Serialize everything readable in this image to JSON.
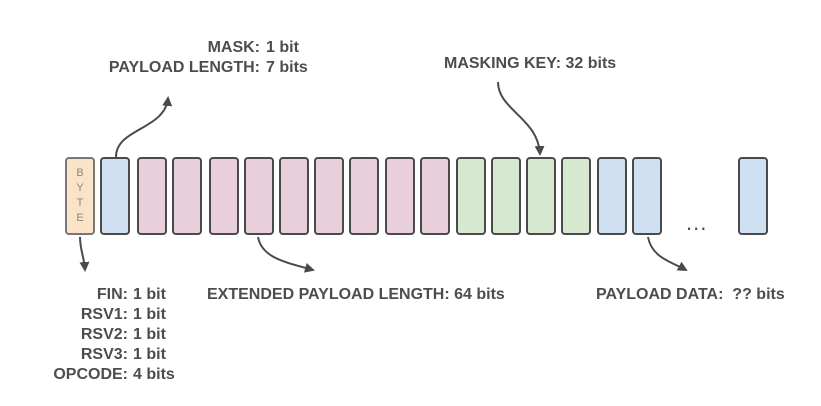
{
  "byte_box": {
    "letters": [
      "B",
      "Y",
      "T",
      "E"
    ]
  },
  "groups": {
    "mask_length": {
      "rows": [
        {
          "key": "MASK:",
          "value": "1 bit"
        },
        {
          "key": "PAYLOAD LENGTH:",
          "value": "7 bits"
        }
      ]
    },
    "masking_key": {
      "text": "MASKING KEY: 32 bits"
    },
    "header_bits": {
      "rows": [
        {
          "key": "FIN:",
          "value": "1 bit"
        },
        {
          "key": "RSV1:",
          "value": "1 bit"
        },
        {
          "key": "RSV2:",
          "value": "1 bit"
        },
        {
          "key": "RSV3:",
          "value": "1 bit"
        },
        {
          "key": "OPCODE:",
          "value": "4 bits"
        }
      ]
    },
    "extended_length": {
      "text": "EXTENDED PAYLOAD LENGTH: 64 bits"
    },
    "payload_data": {
      "text": "PAYLOAD DATA:  ?? bits"
    }
  },
  "ellipsis": "...",
  "colors": {
    "byte": "#fbe3c8",
    "mask_length": "#cfe0f2",
    "extended_length": "#e8cfdb",
    "masking_key": "#d6e9d0",
    "payload_data": "#cfe0f2",
    "stroke": "#4a4a4a"
  }
}
